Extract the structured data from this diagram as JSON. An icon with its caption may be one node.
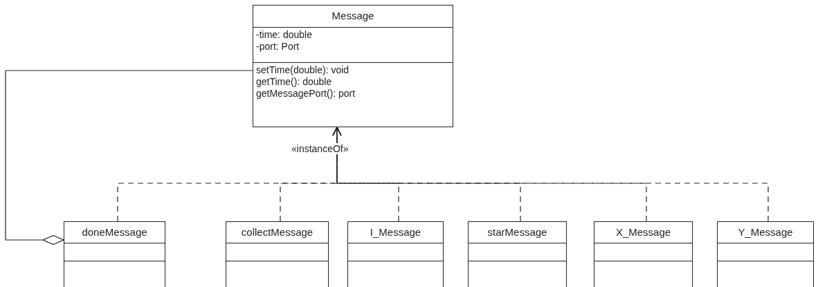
{
  "diagram": {
    "nodes": [
      {
        "text": [
          "Message",
          "-time: double -port: Port",
          "setTime(double): void getTime(): double getMessagePort(): port"
        ]
      },
      {
        "text": [
          "doneMessage"
        ]
      },
      {
        "text": [
          "collectMessage"
        ]
      },
      {
        "text": [
          "I_Message"
        ]
      },
      {
        "text": [
          "starMessage"
        ]
      },
      {
        "text": [
          "X_Message"
        ]
      },
      {
        "text": [
          "Y_Message"
        ]
      }
    ],
    "edges": [
      {
        "from": 1,
        "to": 0,
        "arrow": "to",
        "style": "dashed",
        "label": "«instanceOf»"
      },
      {
        "from": 2,
        "to": 0,
        "arrow": "to",
        "style": "dashed"
      },
      {
        "from": 3,
        "to": 0,
        "arrow": "to",
        "style": "dashed"
      },
      {
        "from": 4,
        "to": 0,
        "arrow": "to",
        "style": "dashed"
      },
      {
        "from": 5,
        "to": 0,
        "arrow": "to",
        "style": "dashed"
      },
      {
        "from": 6,
        "to": 0,
        "arrow": "to",
        "style": "dashed"
      },
      {
        "from": 0,
        "to": 1,
        "arrow": "other"
      }
    ]
  }
}
